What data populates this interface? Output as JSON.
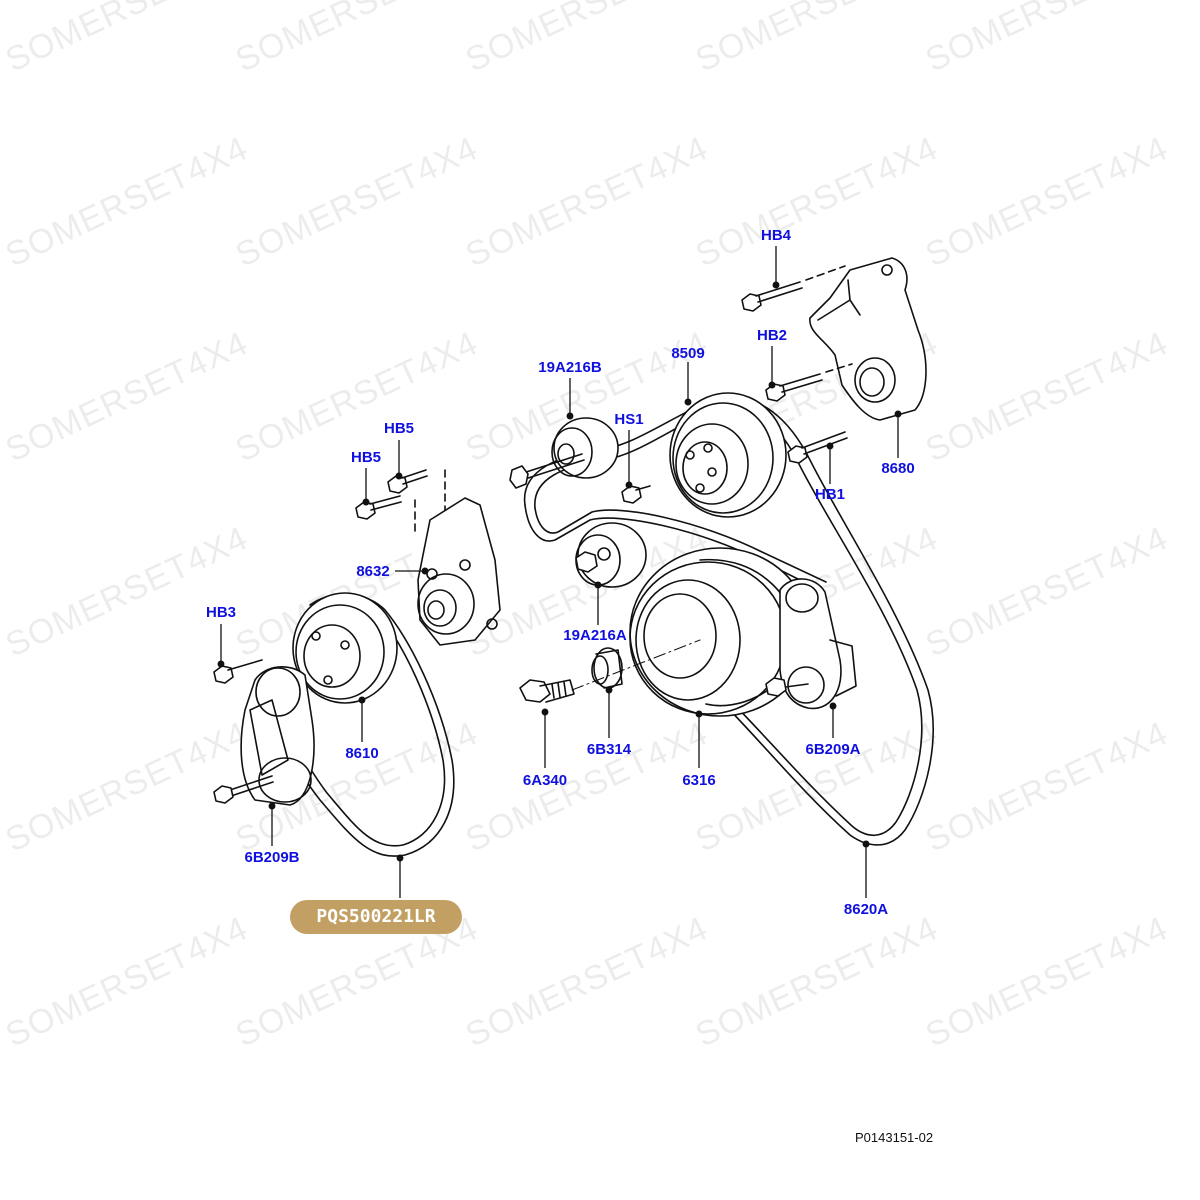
{
  "diagram": {
    "figure_id": "P0143151-02",
    "part_number_badge": "PQS500221LR",
    "watermark": "SOMERSET4X4",
    "colors": {
      "callout_text": "#1010e0",
      "badge_fill": "#c2a063",
      "badge_text": "#ffffff",
      "linework": "#111111"
    },
    "callouts": [
      {
        "id": "hb4",
        "text": "HB4"
      },
      {
        "id": "hb2",
        "text": "HB2"
      },
      {
        "id": "a19a216b",
        "text": "19A216B"
      },
      {
        "id": "p8509",
        "text": "8509"
      },
      {
        "id": "hs1",
        "text": "HS1"
      },
      {
        "id": "hb5a",
        "text": "HB5"
      },
      {
        "id": "hb5b",
        "text": "HB5"
      },
      {
        "id": "p8680",
        "text": "8680"
      },
      {
        "id": "hb1",
        "text": "HB1"
      },
      {
        "id": "p8632",
        "text": "8632"
      },
      {
        "id": "hb3",
        "text": "HB3"
      },
      {
        "id": "a19a216a",
        "text": "19A216A"
      },
      {
        "id": "p8610",
        "text": "8610"
      },
      {
        "id": "b6b314",
        "text": "6B314"
      },
      {
        "id": "b6b209a",
        "text": "6B209A"
      },
      {
        "id": "a6a340",
        "text": "6A340"
      },
      {
        "id": "p6316",
        "text": "6316"
      },
      {
        "id": "b6b209b",
        "text": "6B209B"
      },
      {
        "id": "p8620a",
        "text": "8620A"
      }
    ]
  }
}
